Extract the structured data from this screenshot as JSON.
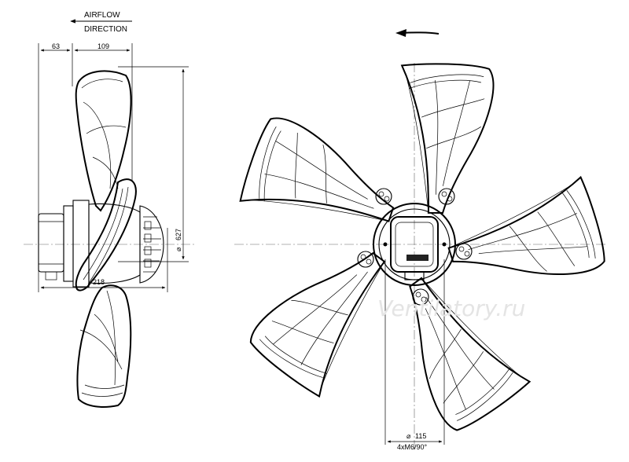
{
  "airflow": {
    "line1": "AIRFLOW",
    "line2": "DIRECTION"
  },
  "dimensions": {
    "top_left": "63",
    "top_right": "109",
    "bottom_width": "218",
    "outer_diameter": "627",
    "hub_diameter": "115",
    "mounting": "4xM6/90°"
  },
  "watermark": "Ventilatory.ru",
  "colors": {
    "line": "#000000",
    "centerline": "#666666",
    "watermark": "#e4e4e4"
  }
}
